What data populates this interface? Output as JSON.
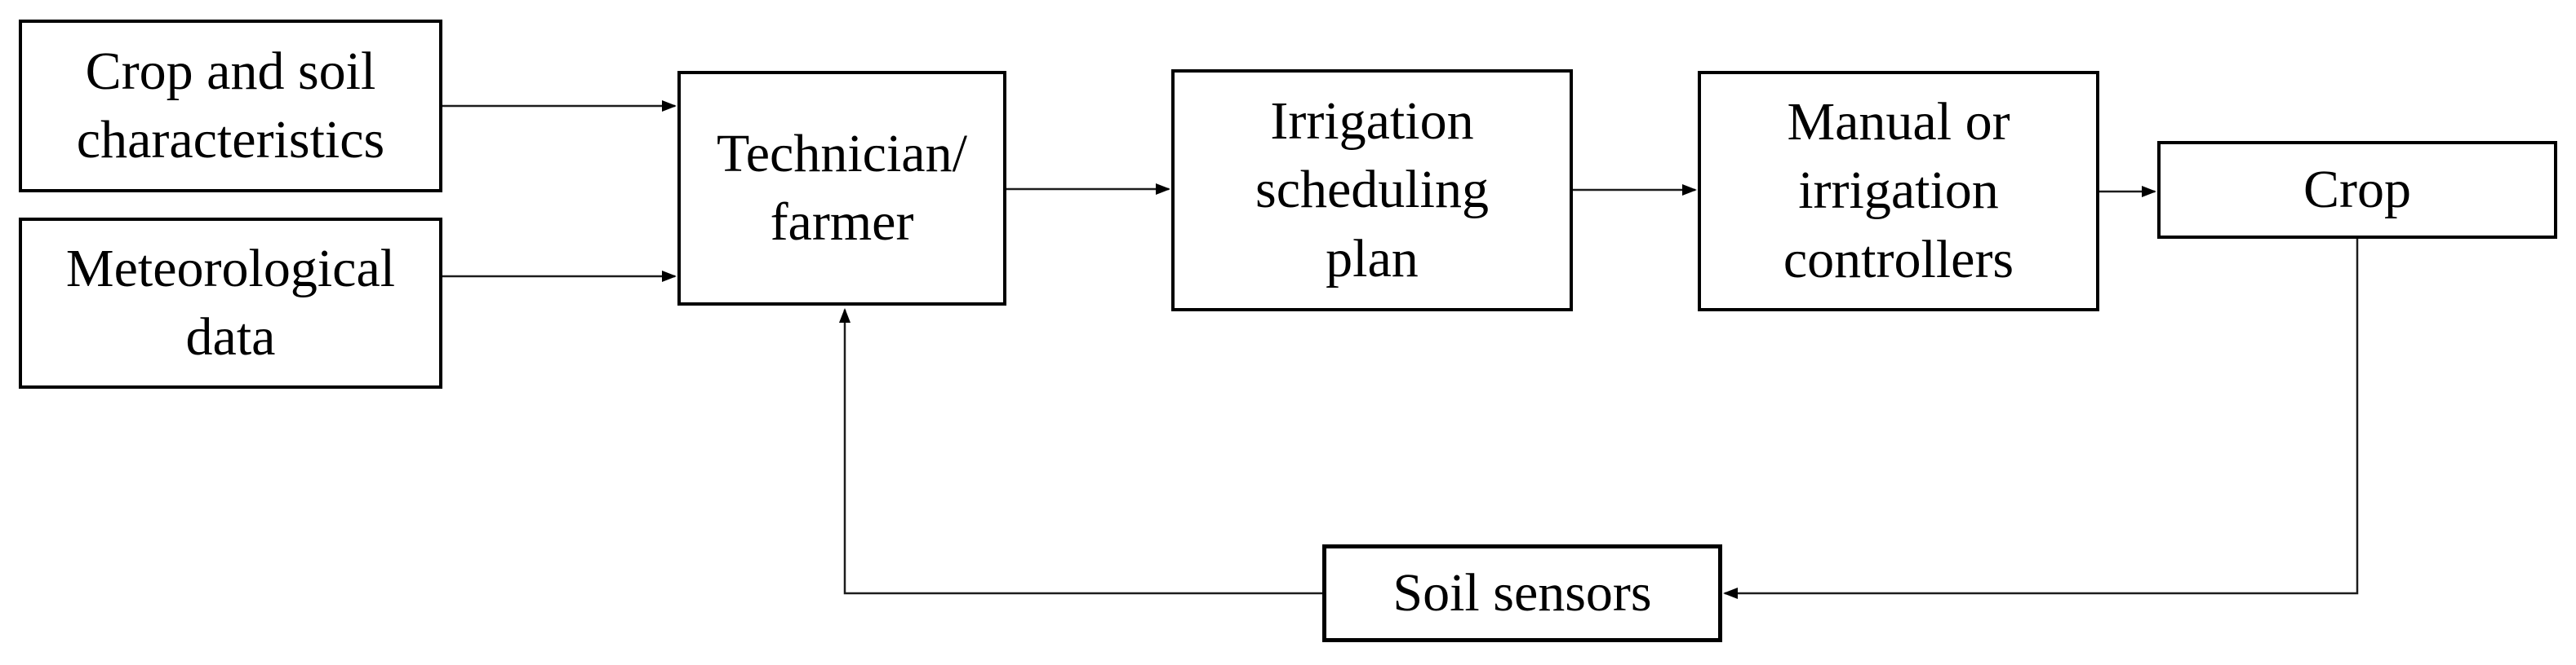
{
  "diagram": {
    "nodes": {
      "crop_soil": {
        "label": "Crop and soil\ncharacteristics"
      },
      "meteorological": {
        "label": "Meteorological\ndata"
      },
      "technician": {
        "label": "Technician/\nfarmer"
      },
      "scheduling_plan": {
        "label": "Irrigation\nscheduling\nplan"
      },
      "controllers": {
        "label": "Manual or\nirrigation\ncontrollers"
      },
      "crop": {
        "label": "Crop"
      },
      "soil_sensors": {
        "label": "Soil sensors"
      }
    },
    "edges": [
      {
        "from": "Crop and soil characteristics",
        "to": "Technician/farmer"
      },
      {
        "from": "Meteorological data",
        "to": "Technician/farmer"
      },
      {
        "from": "Technician/farmer",
        "to": "Irrigation scheduling plan"
      },
      {
        "from": "Irrigation scheduling plan",
        "to": "Manual or irrigation controllers"
      },
      {
        "from": "Manual or irrigation controllers",
        "to": "Crop"
      },
      {
        "from": "Crop",
        "to": "Soil sensors"
      },
      {
        "from": "Soil sensors",
        "to": "Technician/farmer"
      }
    ],
    "colors": {
      "background": "#ffffff",
      "box_border": "#000000",
      "text": "#000000",
      "connector": "#1c1c1c"
    }
  }
}
